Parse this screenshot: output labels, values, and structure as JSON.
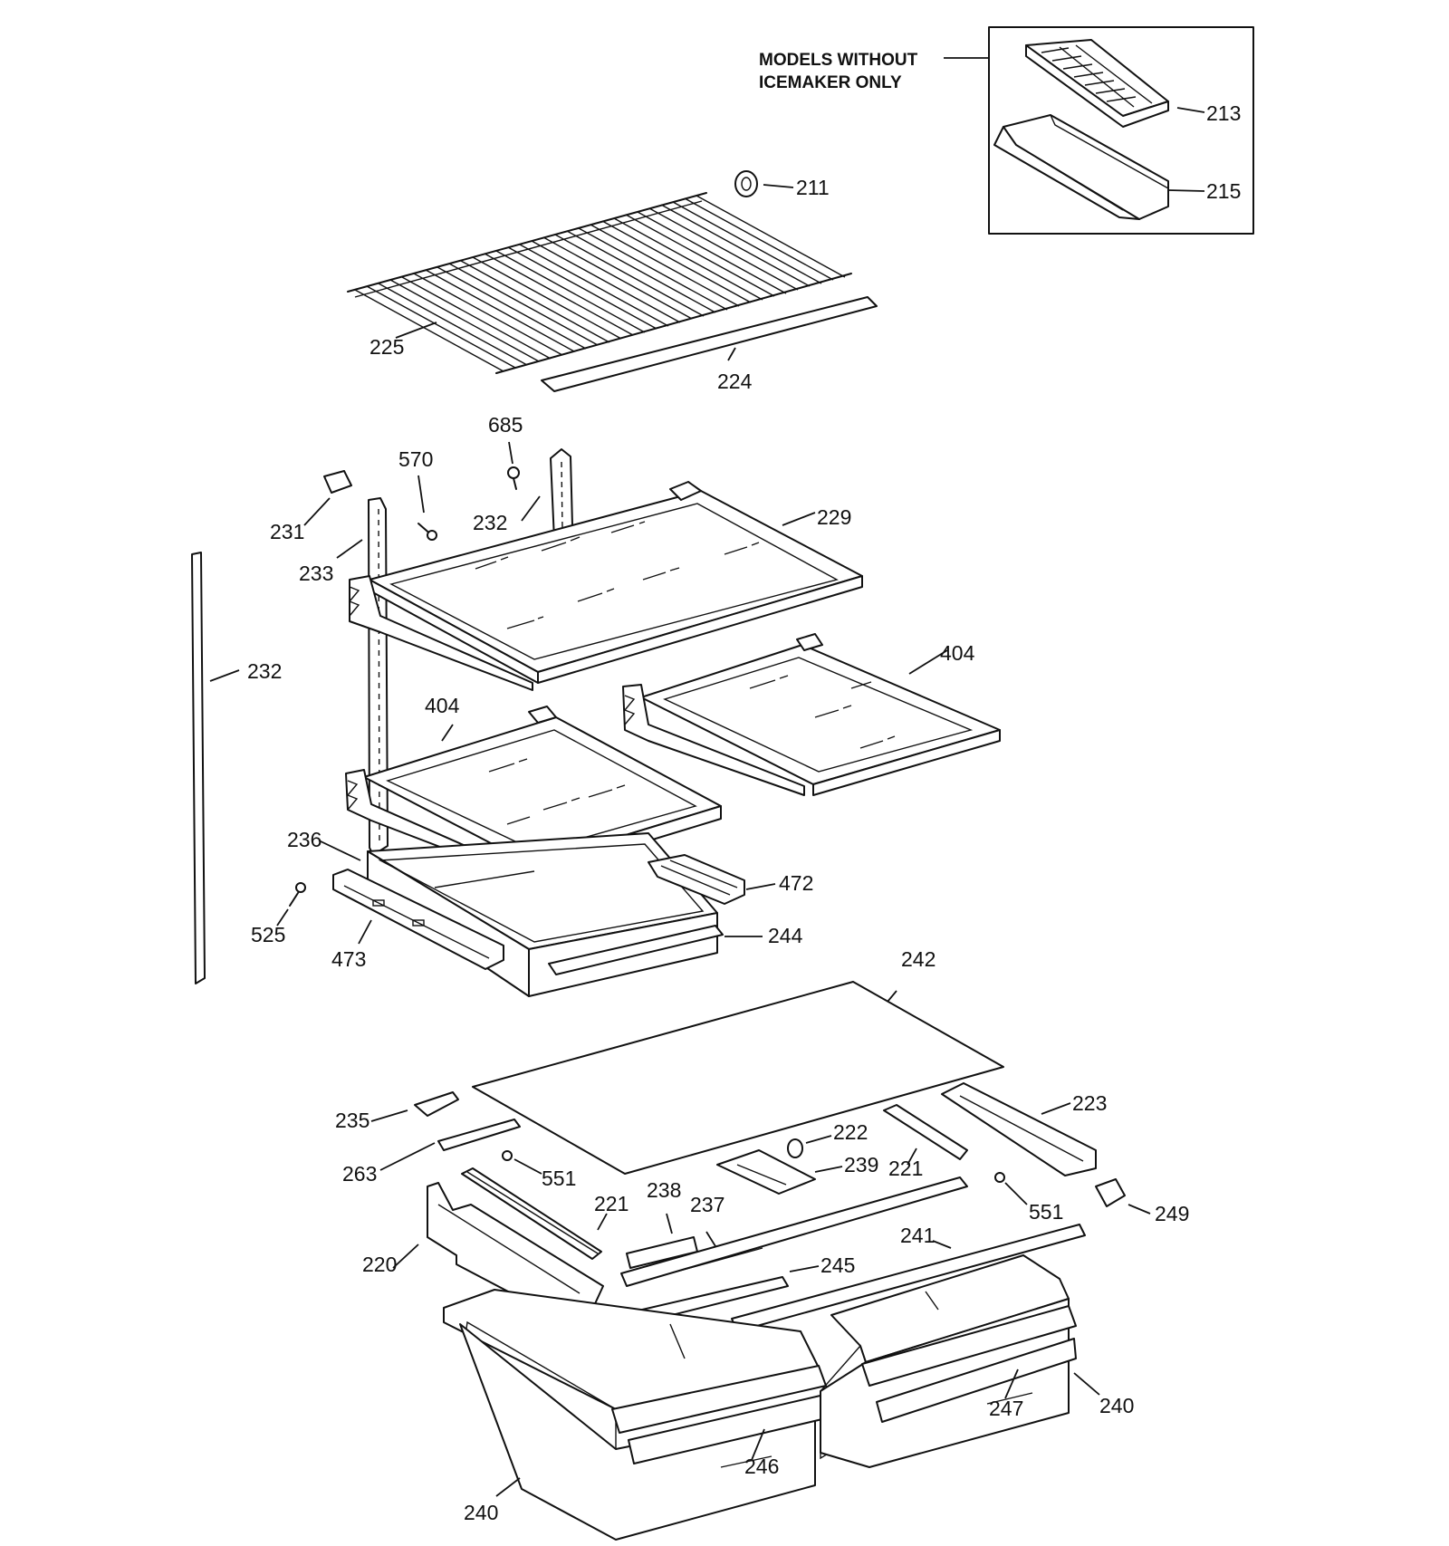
{
  "inset": {
    "title_line1": "MODELS WITHOUT",
    "title_line2": "ICEMAKER ONLY"
  },
  "labels": {
    "p211": "211",
    "p213": "213",
    "p215": "215",
    "p225": "225",
    "p224": "224",
    "p685": "685",
    "p570": "570",
    "p231": "231",
    "p232a": "232",
    "p229": "229",
    "p233": "233",
    "p232b": "232",
    "p404a": "404",
    "p404b": "404",
    "p236": "236",
    "p472": "472",
    "p525": "525",
    "p473": "473",
    "p244": "244",
    "p242": "242",
    "p235": "235",
    "p223": "223",
    "p222": "222",
    "p263": "263",
    "p239": "239",
    "p221a": "221",
    "p551a": "551",
    "p551b": "551",
    "p238": "238",
    "p221b": "221",
    "p237": "237",
    "p241": "241",
    "p249": "249",
    "p220": "220",
    "p245": "245",
    "p240a": "240",
    "p247": "247",
    "p246": "246",
    "p240b": "240"
  }
}
